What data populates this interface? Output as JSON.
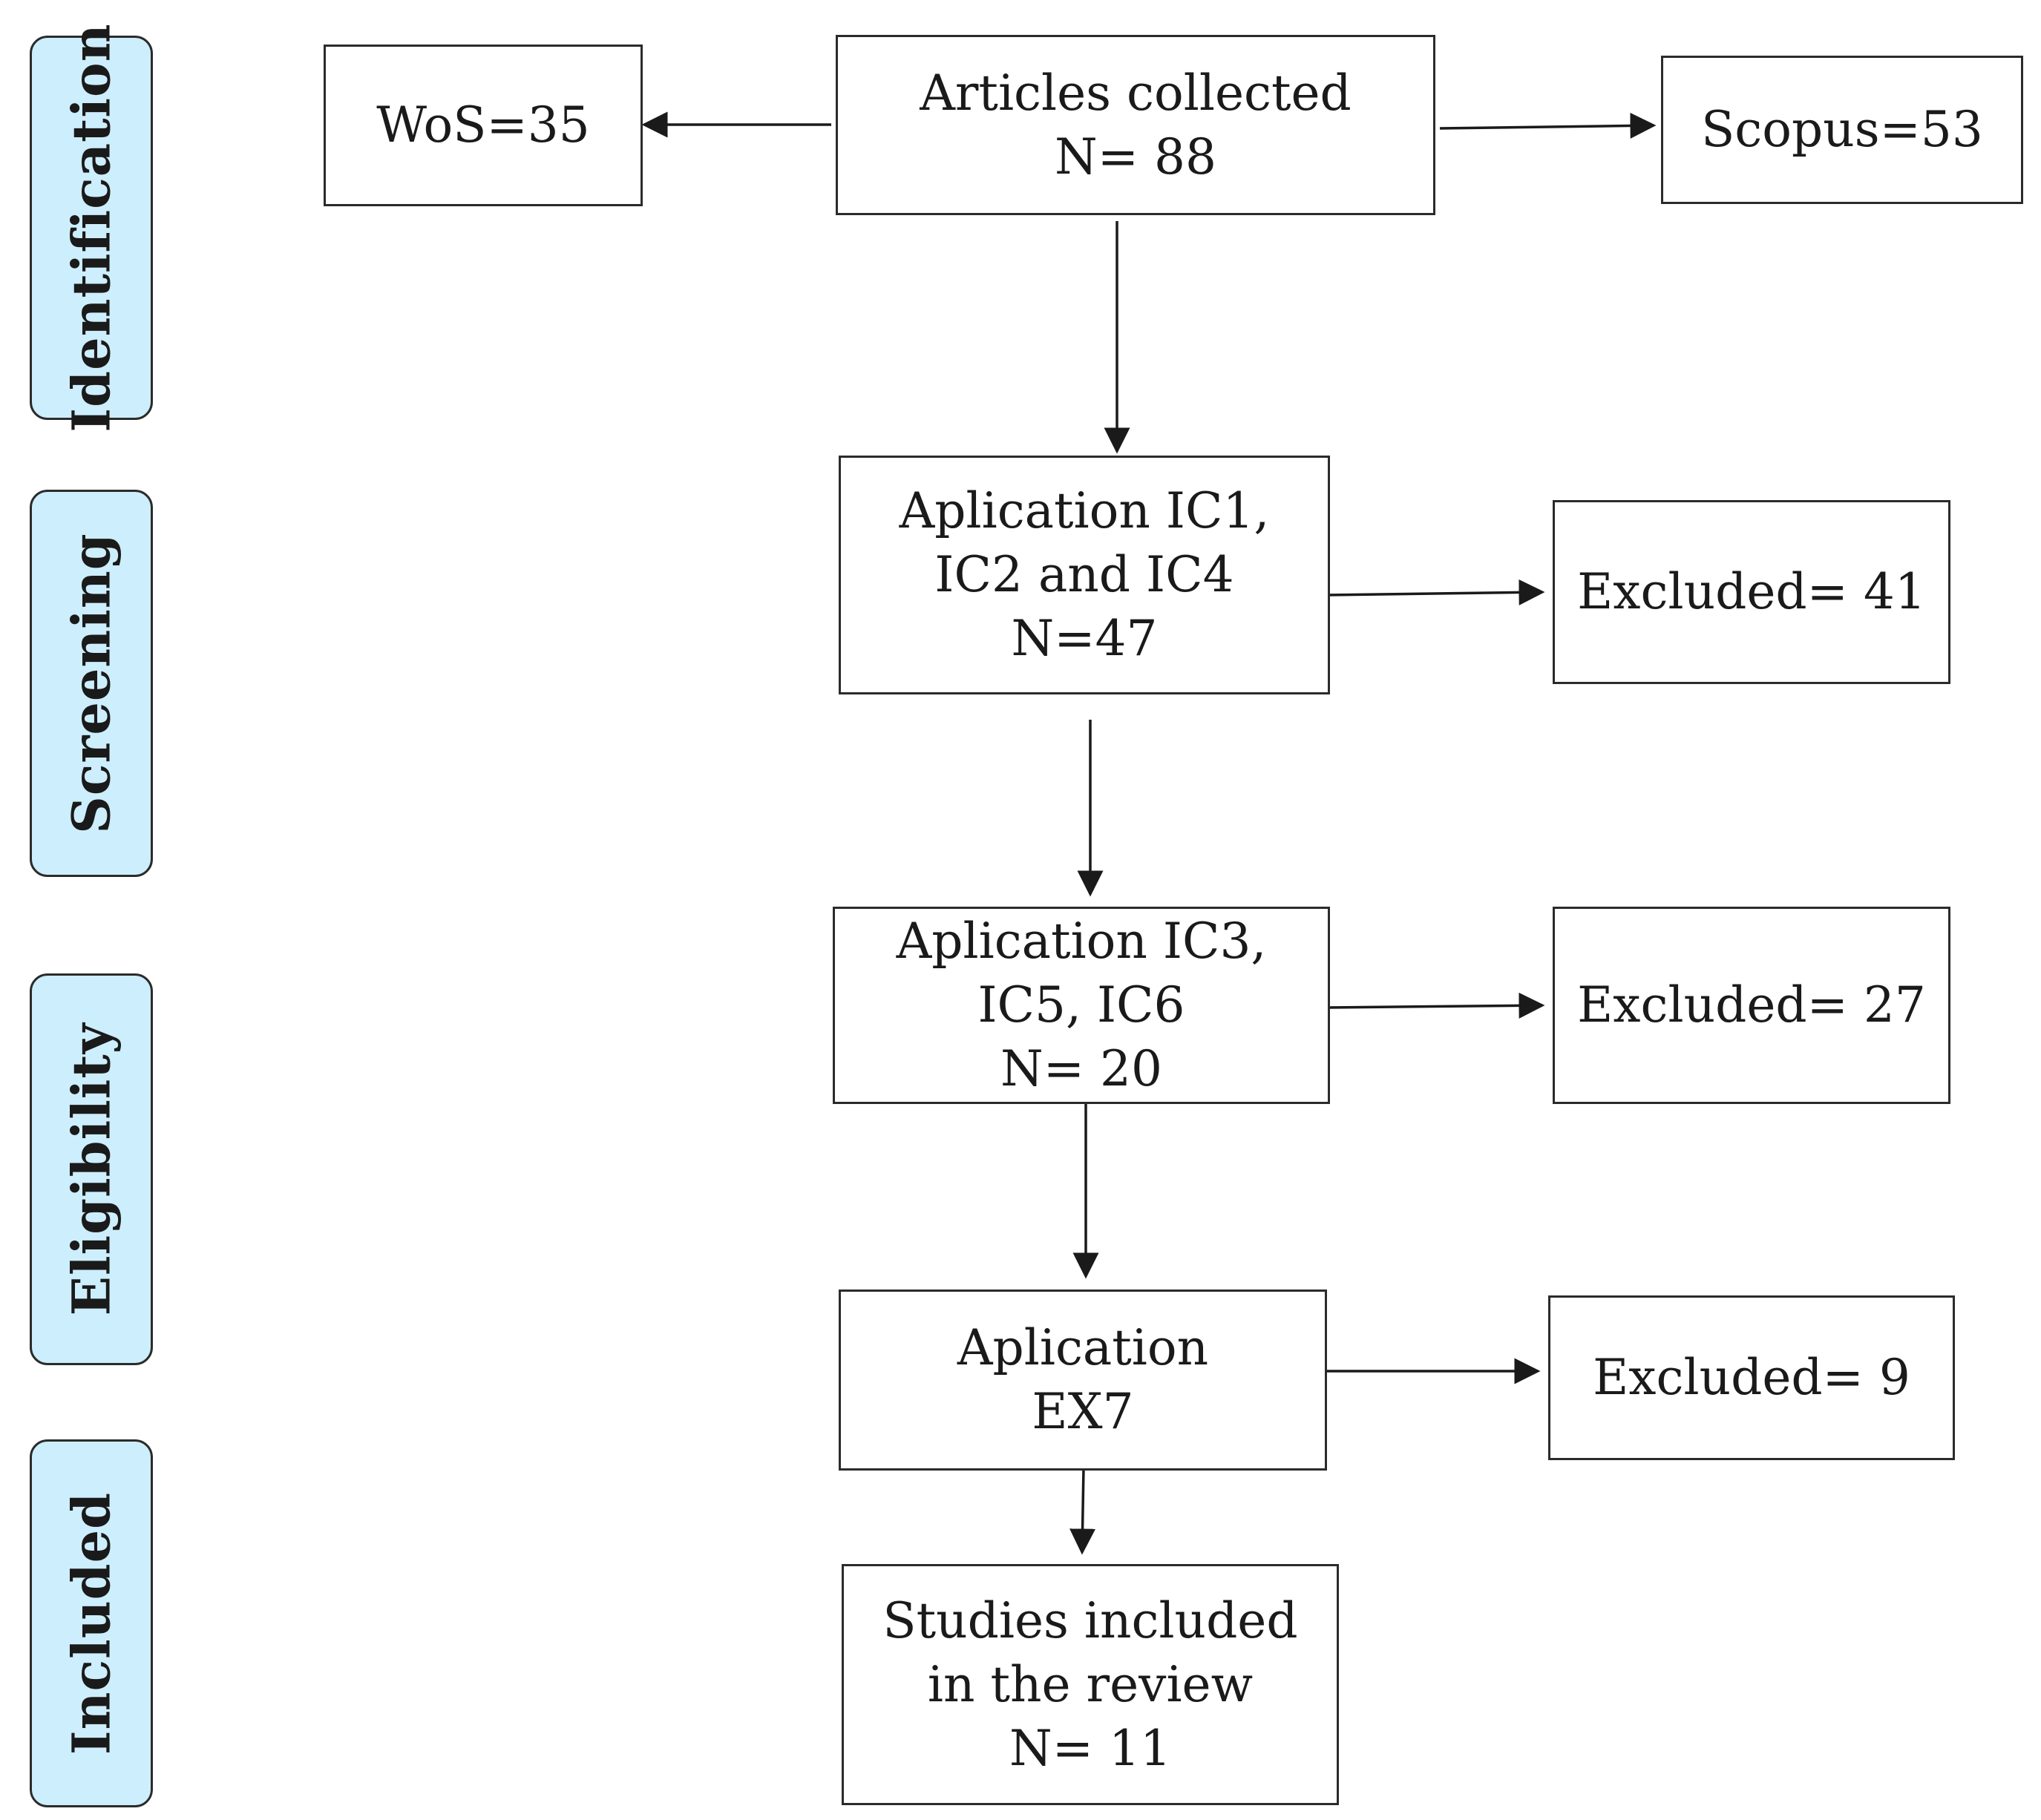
{
  "stages": {
    "identification": "Identification",
    "screening": "Screening",
    "eligibility": "Eligibility",
    "included": "Included"
  },
  "boxes": {
    "wos": [
      "WoS=35"
    ],
    "articles": [
      "Articles collected",
      "N= 88"
    ],
    "scopus": [
      "Scopus=53"
    ],
    "screen": [
      "Aplication IC1,",
      "IC2 and IC4",
      "N=47"
    ],
    "excluded1": [
      "Excluded= 41"
    ],
    "elig": [
      "Aplication IC3,",
      "IC5, IC6",
      "N= 20"
    ],
    "excluded2": [
      "Excluded= 27"
    ],
    "ex7": [
      "Aplication",
      "EX7"
    ],
    "excluded3": [
      "Excluded= 9"
    ],
    "included": [
      "Studies included",
      "in the review",
      "N= 11"
    ]
  },
  "colors": {
    "stage_fill": "#cdeefc",
    "stroke": "#2b2b2b"
  }
}
